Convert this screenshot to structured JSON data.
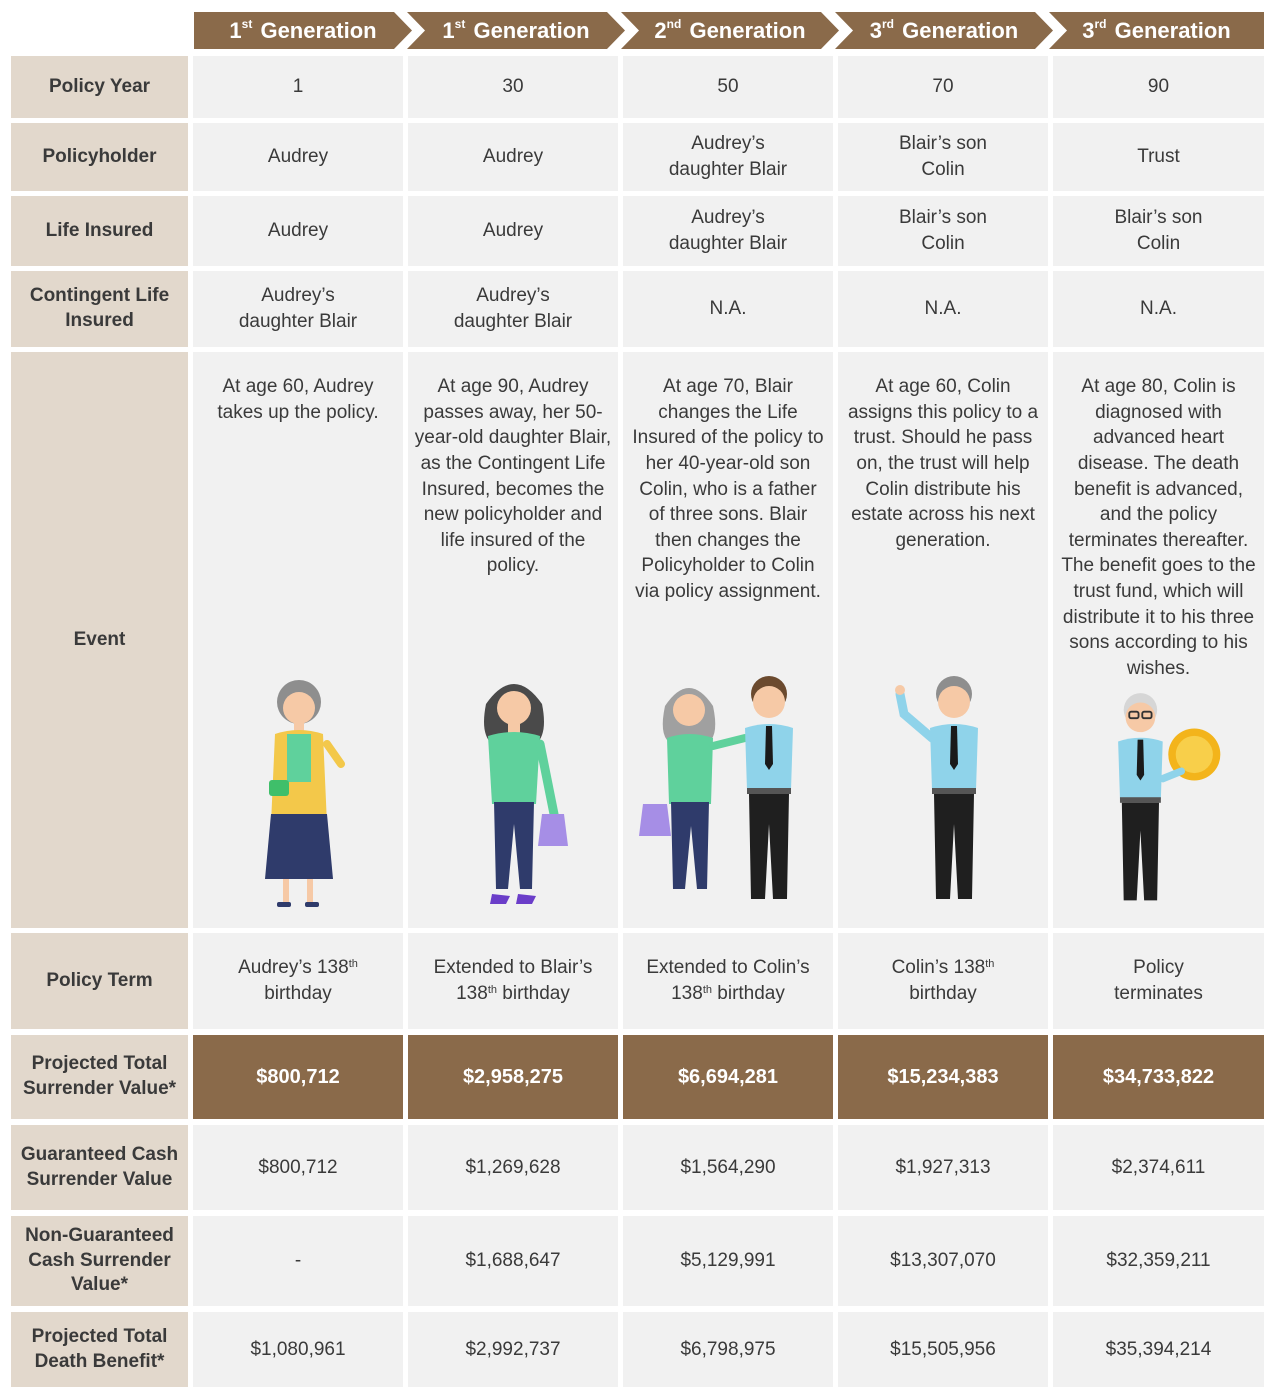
{
  "generations": [
    {
      "num": "1",
      "suffix": "st",
      "label": "Generation"
    },
    {
      "num": "1",
      "suffix": "st",
      "label": "Generation"
    },
    {
      "num": "2",
      "suffix": "nd",
      "label": "Generation"
    },
    {
      "num": "3",
      "suffix": "rd",
      "label": "Generation"
    },
    {
      "num": "3",
      "suffix": "rd",
      "label": "Generation"
    }
  ],
  "rows": {
    "policy_year": {
      "label": "Policy Year",
      "values": [
        "1",
        "30",
        "50",
        "70",
        "90"
      ]
    },
    "policyholder": {
      "label": "Policyholder",
      "values": [
        "Audrey",
        "Audrey",
        "Audrey’s daughter Blair",
        "Blair’s son Colin",
        "Trust"
      ]
    },
    "life_insured": {
      "label": "Life Insured",
      "values": [
        "Audrey",
        "Audrey",
        "Audrey’s daughter Blair",
        "Blair’s son Colin",
        "Blair’s son Colin"
      ]
    },
    "contingent": {
      "label": "Contingent Life Insured",
      "values": [
        "Audrey’s daughter Blair",
        "Audrey’s daughter Blair",
        "N.A.",
        "N.A.",
        "N.A."
      ]
    },
    "event": {
      "label": "Event",
      "values": [
        "At age 60, Audrey takes up the policy.",
        "At age 90, Audrey passes away, her 50-year-old daughter Blair, as the Contingent Life Insured, becomes the new policyholder and life insured of the policy.",
        "At age 70, Blair changes the Life Insured of the policy to her 40-year-old son Colin, who is a father of three sons. Blair then changes the Policyholder to Colin via policy assignment.",
        "At age 60, Colin assigns this policy to a trust. Should he pass on, the trust will help Colin distribute his estate across his next generation.",
        "At age 80, Colin is diagnosed with advanced heart disease. The death benefit is advanced, and the policy terminates thereafter. The benefit goes to the trust fund, which will distribute it to his three sons according to his wishes."
      ]
    },
    "policy_term": {
      "label": "Policy Term",
      "values": [
        {
          "pre": "Audrey’s 138",
          "sup": "th",
          "post": " birthday"
        },
        {
          "pre": "Extended to Blair’s 138",
          "sup": "th",
          "post": " birthday"
        },
        {
          "pre": "Extended to Colin’s 138",
          "sup": "th",
          "post": " birthday"
        },
        {
          "pre": "Colin’s 138",
          "sup": "th",
          "post": " birthday"
        },
        {
          "pre": "Policy terminates",
          "sup": "",
          "post": ""
        }
      ]
    },
    "projected_surrender": {
      "label": "Projected Total Surrender Value*",
      "values": [
        "$800,712",
        "$2,958,275",
        "$6,694,281",
        "$15,234,383",
        "$34,733,822"
      ]
    },
    "guaranteed": {
      "label": "Guaranteed Cash Surrender Value",
      "values": [
        "$800,712",
        "$1,269,628",
        "$1,564,290",
        "$1,927,313",
        "$2,374,611"
      ]
    },
    "non_guaranteed": {
      "label": "Non-Guaranteed Cash Surrender Value*",
      "values": [
        "-",
        "$1,688,647",
        "$5,129,991",
        "$13,307,070",
        "$32,359,211"
      ]
    },
    "death_benefit": {
      "label": "Projected Total Death Benefit*",
      "values": [
        "$1,080,961",
        "$2,992,737",
        "$6,798,975",
        "$15,505,956",
        "$35,394,214"
      ]
    }
  },
  "colors": {
    "brown": "#8a6a4a",
    "beige": "#e2d8cc",
    "cell": "#f1f1f1"
  }
}
